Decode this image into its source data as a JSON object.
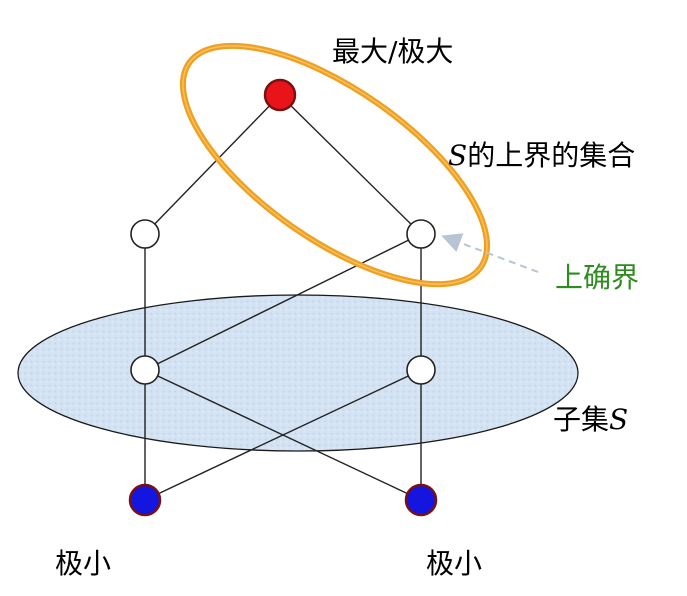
{
  "labels": {
    "max": "最大/极大",
    "upper_set_s": "S",
    "upper_set_rest": "的上界的集合",
    "supremum": "上确界",
    "subset_prefix": "子集",
    "subset_s": "S",
    "min_left": "极小",
    "min_right": "极小"
  },
  "colors": {
    "max_node": "#e8141a",
    "min_node": "#1515e0",
    "node_border": "#7a1010",
    "upper_ring": "#f0a020",
    "subset_fill": "#cfe0f2",
    "supremum_label": "#2e8b1e",
    "arrow": "#b8c4d4"
  },
  "nodes": [
    {
      "id": "top",
      "kind": "max"
    },
    {
      "id": "mid-left",
      "kind": "plain"
    },
    {
      "id": "mid-right",
      "kind": "plain"
    },
    {
      "id": "low-left",
      "kind": "plain"
    },
    {
      "id": "low-right",
      "kind": "plain"
    },
    {
      "id": "bottom-left",
      "kind": "min"
    },
    {
      "id": "bottom-right",
      "kind": "min"
    }
  ],
  "edges": [
    [
      "top",
      "mid-left"
    ],
    [
      "top",
      "mid-right"
    ],
    [
      "mid-left",
      "low-left"
    ],
    [
      "mid-right",
      "low-left"
    ],
    [
      "mid-right",
      "low-right"
    ],
    [
      "low-left",
      "bottom-left"
    ],
    [
      "low-left",
      "bottom-right"
    ],
    [
      "low-right",
      "bottom-left"
    ],
    [
      "low-right",
      "bottom-right"
    ]
  ]
}
